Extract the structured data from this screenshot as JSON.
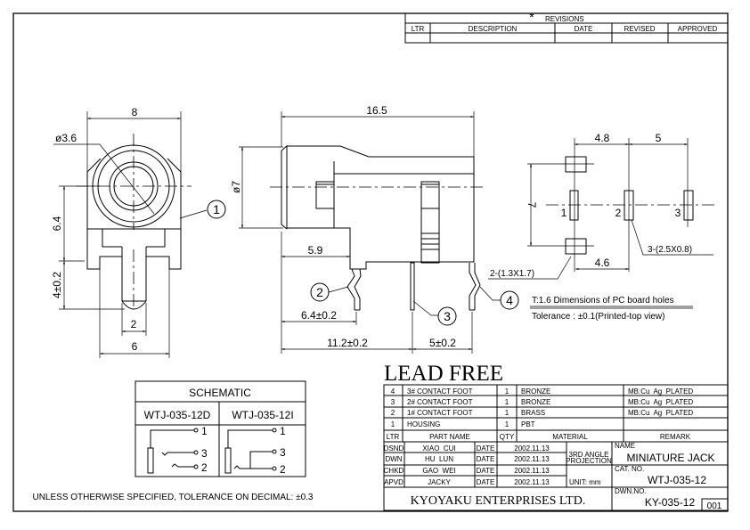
{
  "revisions": {
    "title": "REVISIONS",
    "headers": [
      "LTR",
      "DESCRIPTION",
      "DATE",
      "REVISED",
      "APPROVED"
    ]
  },
  "front_view": {
    "width": "8",
    "bore_dia": "ø3.6",
    "center_height": "6.4",
    "pin_length": "4±0.2",
    "pin_width": "2",
    "base_width": "6",
    "balloon": "1"
  },
  "side_view": {
    "length": "16.5",
    "dia": "ø7",
    "d1": "5.9",
    "d2": "6.4±0.2",
    "d3": "11.2±0.2",
    "d4": "5±0.2",
    "balloons": [
      "2",
      "3",
      "4"
    ]
  },
  "pcb_view": {
    "d_4_8": "4.8",
    "d_5": "5",
    "d_7": "7",
    "d_4_6": "4.6",
    "pad_labels": [
      "1",
      "2",
      "3"
    ],
    "hole_a": "2-(1.3X1.7)",
    "hole_b": "3-(2.5X0.8)",
    "note1": "T:1.6 Dimensions of PC board holes",
    "note2": "Tolerance : ±0.1(Printed-top view)"
  },
  "lead_free": "LEAD FREE",
  "schematic": {
    "title": "SCHEMATIC",
    "models": [
      "WTJ-035-12D",
      "WTJ-035-12I"
    ],
    "pins": [
      "1",
      "3",
      "2"
    ]
  },
  "tolerance_note": "UNLESS OTHERWISE SPECIFIED, TOLERANCE ON DECIMAL: ±0.3",
  "bom": {
    "rows": [
      {
        "ltr": "4",
        "part": "3# CONTACT FOOT",
        "qty": "1",
        "material": "BRONZE",
        "remark": "MB:Cu  Ag  PLATED"
      },
      {
        "ltr": "3",
        "part": "2# CONTACT FOOT",
        "qty": "1",
        "material": "BRONZE",
        "remark": "MB:Cu  Ag  PLATED"
      },
      {
        "ltr": "2",
        "part": "1# CONTACT FOOT",
        "qty": "1",
        "material": "BRASS",
        "remark": "MB:Cu  Ag  PLATED"
      },
      {
        "ltr": "1",
        "part": "HOUSING",
        "qty": "1",
        "material": "PBT",
        "remark": ""
      }
    ],
    "headers": {
      "ltr": "LTR",
      "part": "PART NAME",
      "qty": "QTY",
      "material": "MATERIAL",
      "remark": "REMARK"
    }
  },
  "title_block": {
    "signoffs": [
      {
        "role": "DSND",
        "name": "XIAO  CUI",
        "date_label": "DATE",
        "date": "2002.11.13"
      },
      {
        "role": "DWN",
        "name": "HU  LUN",
        "date_label": "DATE",
        "date": "2002.11.13"
      },
      {
        "role": "CHKD",
        "name": "GAO  WEI",
        "date_label": "DATE",
        "date": "2002.11.13"
      },
      {
        "role": "APVD",
        "name": "JACKY",
        "date_label": "DATE",
        "date": "2002.11.13"
      }
    ],
    "projection_1": "3RD ANGLE",
    "projection_2": "PROJECTION",
    "unit": "UNIT: mm",
    "name_label": "NAME",
    "name": "MINIATURE JACK",
    "cat_label": "CAT. NO.",
    "cat_no": "WTJ-035-12",
    "dwn_label": "DWN.NO.",
    "dwn_no": "KY-035-12",
    "sheet": "001",
    "company": "KYOYAKU ENTERPRISES LTD."
  }
}
